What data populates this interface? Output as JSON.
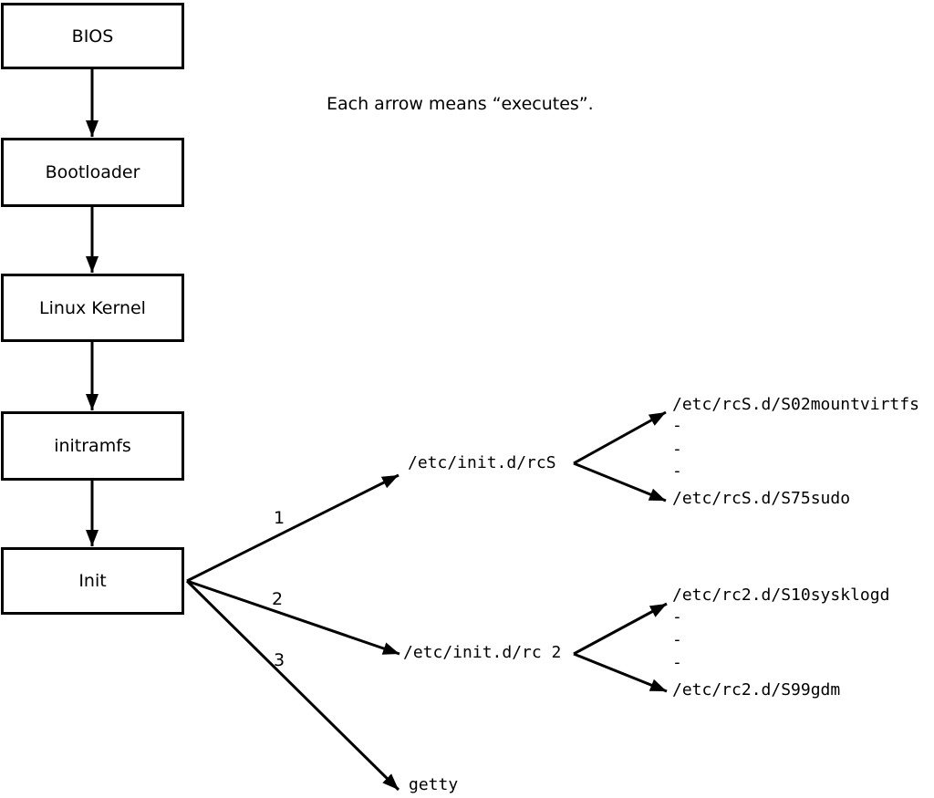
{
  "title": "Each arrow means “executes”.",
  "chain": [
    {
      "label": "BIOS"
    },
    {
      "label": "Bootloader"
    },
    {
      "label": "Linux Kernel"
    },
    {
      "label": "initramfs"
    },
    {
      "label": "Init"
    }
  ],
  "branches": [
    {
      "number": "1",
      "target": "/etc/init.d/rcS",
      "children": [
        "/etc/rcS.d/S02mountvirtfs",
        "-",
        "-",
        "-",
        "/etc/rcS.d/S75sudo"
      ]
    },
    {
      "number": "2",
      "target": "/etc/init.d/rc 2",
      "children": [
        "/etc/rc2.d/S10sysklogd",
        "-",
        "-",
        "-",
        "/etc/rc2.d/S99gdm"
      ]
    },
    {
      "number": "3",
      "target": "getty",
      "children": []
    }
  ],
  "colors": {
    "line": "#000000",
    "background": "#ffffff"
  }
}
